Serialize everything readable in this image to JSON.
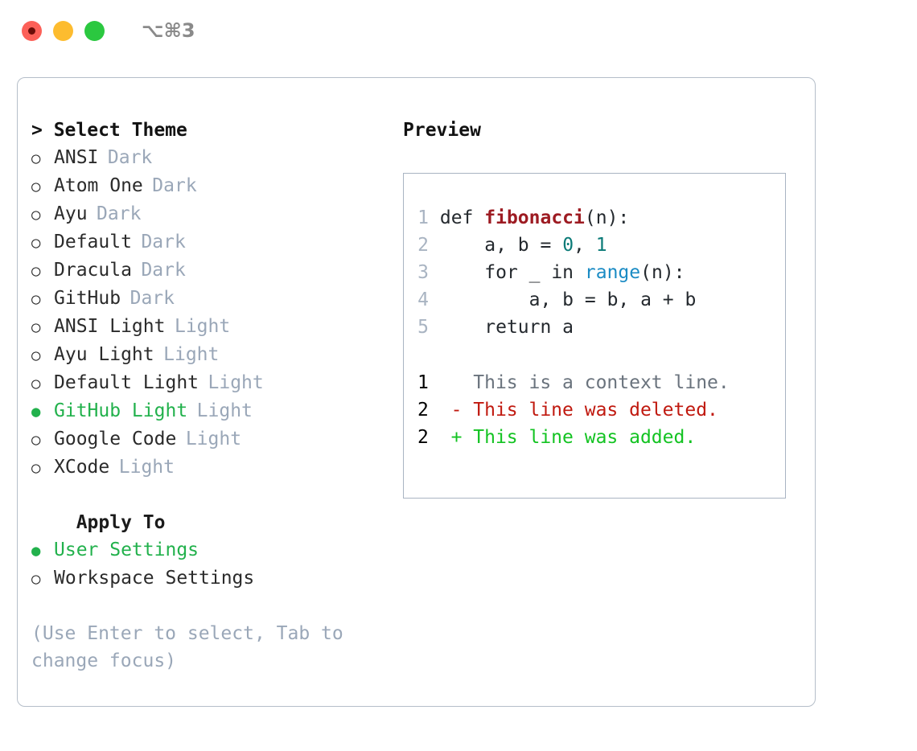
{
  "titlebar": {
    "shortcut": "⌥⌘3",
    "buttons": [
      "close",
      "minimize",
      "maximize"
    ]
  },
  "theme_list": {
    "header": "> Select Theme",
    "items": [
      {
        "bullet": "○",
        "label": "ANSI",
        "tag": "Dark",
        "selected": false
      },
      {
        "bullet": "○",
        "label": "Atom One",
        "tag": "Dark",
        "selected": false
      },
      {
        "bullet": "○",
        "label": "Ayu",
        "tag": "Dark",
        "selected": false
      },
      {
        "bullet": "○",
        "label": "Default",
        "tag": "Dark",
        "selected": false
      },
      {
        "bullet": "○",
        "label": "Dracula",
        "tag": "Dark",
        "selected": false
      },
      {
        "bullet": "○",
        "label": "GitHub",
        "tag": "Dark",
        "selected": false
      },
      {
        "bullet": "○",
        "label": "ANSI Light",
        "tag": "Light",
        "selected": false
      },
      {
        "bullet": "○",
        "label": "Ayu Light",
        "tag": "Light",
        "selected": false
      },
      {
        "bullet": "○",
        "label": "Default Light",
        "tag": "Light",
        "selected": false
      },
      {
        "bullet": "●",
        "label": "GitHub Light",
        "tag": "Light",
        "selected": true
      },
      {
        "bullet": "○",
        "label": "Google Code",
        "tag": "Light",
        "selected": false
      },
      {
        "bullet": "○",
        "label": "XCode",
        "tag": "Light",
        "selected": false
      }
    ]
  },
  "apply_to": {
    "header": "  Apply To",
    "items": [
      {
        "bullet": "●",
        "label": "User Settings",
        "selected": true
      },
      {
        "bullet": "○",
        "label": "Workspace Settings",
        "selected": false
      }
    ]
  },
  "hint": "(Use Enter to select, Tab to change focus)",
  "preview": {
    "title": "Preview",
    "code_lines": [
      {
        "n": "1",
        "tokens": [
          {
            "t": "def ",
            "k": "plain"
          },
          {
            "t": "fibonacci",
            "k": "fn"
          },
          {
            "t": "(n):",
            "k": "plain"
          }
        ]
      },
      {
        "n": "2",
        "tokens": [
          {
            "t": "    a, b = ",
            "k": "plain"
          },
          {
            "t": "0",
            "k": "num"
          },
          {
            "t": ", ",
            "k": "plain"
          },
          {
            "t": "1",
            "k": "num"
          }
        ]
      },
      {
        "n": "3",
        "tokens": [
          {
            "t": "    for _ in ",
            "k": "plain"
          },
          {
            "t": "range",
            "k": "call"
          },
          {
            "t": "(n):",
            "k": "plain"
          }
        ]
      },
      {
        "n": "4",
        "tokens": [
          {
            "t": "        a, b = b, a + b",
            "k": "plain"
          }
        ]
      },
      {
        "n": "5",
        "tokens": [
          {
            "t": "    return a",
            "k": "plain"
          }
        ]
      }
    ],
    "diff_lines": [
      {
        "n": "1",
        "marker": "  ",
        "text": "This is a context line.",
        "kind": "ctx"
      },
      {
        "n": "2",
        "marker": "- ",
        "text": "This line was deleted.",
        "kind": "del"
      },
      {
        "n": "2",
        "marker": "+ ",
        "text": "This line was added.",
        "kind": "add"
      }
    ]
  },
  "colors": {
    "accent_green": "#22b14c",
    "muted": "#9aa7b8",
    "diff_add": "#13c322",
    "diff_del": "#c0190f",
    "border": "#b5bec9"
  }
}
